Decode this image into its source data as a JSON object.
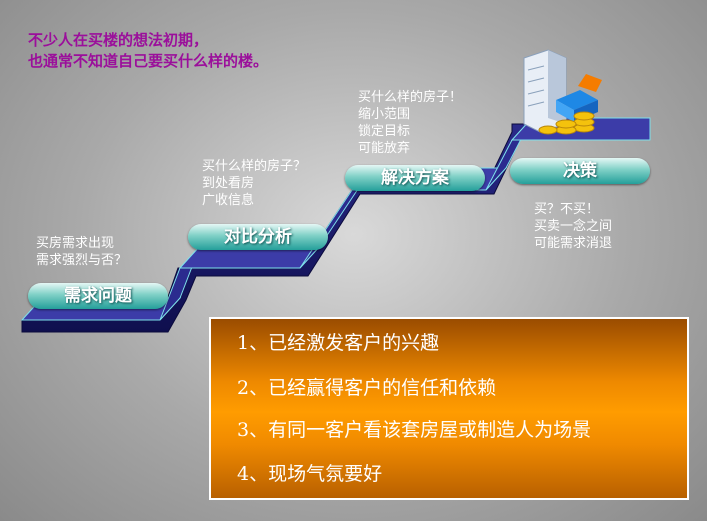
{
  "heading": {
    "line1": "不少人在买楼的想法初期，",
    "line2": "也通常不知道自己要买什么样的楼。"
  },
  "steps": [
    {
      "label": "需求问题",
      "notes": [
        "买房需求出现",
        "需求强烈与否？"
      ]
    },
    {
      "label": "对比分析",
      "notes": [
        "买什么样的房子？",
        "到处看房",
        "广收信息"
      ]
    },
    {
      "label": "解决方案",
      "notes": [
        "买什么样的房子！",
        "缩小范围",
        "锁定目标",
        "可能放弃"
      ]
    },
    {
      "label": "决策",
      "notes": [
        "买？不买！",
        "买卖一念之间",
        "可能需求消退"
      ]
    }
  ],
  "conditions": [
    "1、已经激发客户的兴趣",
    "2、已经赢得客户的信任和依赖",
    "3、有同一客户看该套房屋或制造人为场景",
    "4、现场气氛要好"
  ],
  "icons": {
    "building": "building-stack-icon"
  },
  "colors": {
    "heading": "#9b0f9b",
    "step_label": "#2aa39e",
    "stair": "#1d1d73",
    "box": "#ff9c00"
  }
}
